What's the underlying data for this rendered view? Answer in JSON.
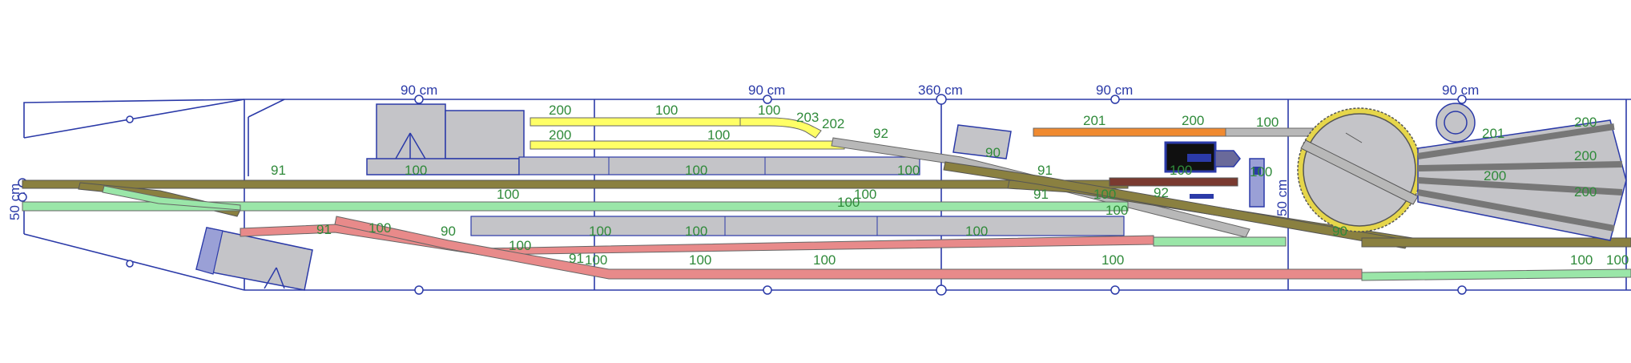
{
  "title": "",
  "dimension_labels": {
    "top": [
      "90 cm",
      "90 cm",
      "360 cm",
      "90 cm",
      "90 cm"
    ],
    "left": "50 cm",
    "right": "50 cm"
  },
  "track_labels": [
    "200",
    "100",
    "100",
    "203",
    "202",
    "92",
    "200",
    "100",
    "201",
    "200",
    "100",
    "91",
    "100",
    "100",
    "100",
    "91",
    "90",
    "100",
    "100",
    "100",
    "100",
    "91",
    "92",
    "100",
    "91",
    "100",
    "100",
    "100",
    "90",
    "100",
    "100",
    "100",
    "100",
    "91",
    "90",
    "100",
    "100",
    "100",
    "100",
    "100",
    "100",
    "201",
    "200",
    "200",
    "200",
    "200"
  ],
  "colors": {
    "frame": "#2b3aa8",
    "yellow_track": "#ffff66",
    "olive_track": "#8a8040",
    "green_track": "#9ae6a8",
    "red_track": "#e88a8a",
    "orange_track": "#f08a30",
    "grey_track": "#b8b8b8",
    "building": "#c4c4c8",
    "turntable": "#e6d64a",
    "label_green": "#2f8a3a",
    "label_blue": "#2b3aa8"
  },
  "icons": [
    "turntable-icon",
    "building-icon",
    "locomotive-icon",
    "buffer-stop-icon"
  ]
}
